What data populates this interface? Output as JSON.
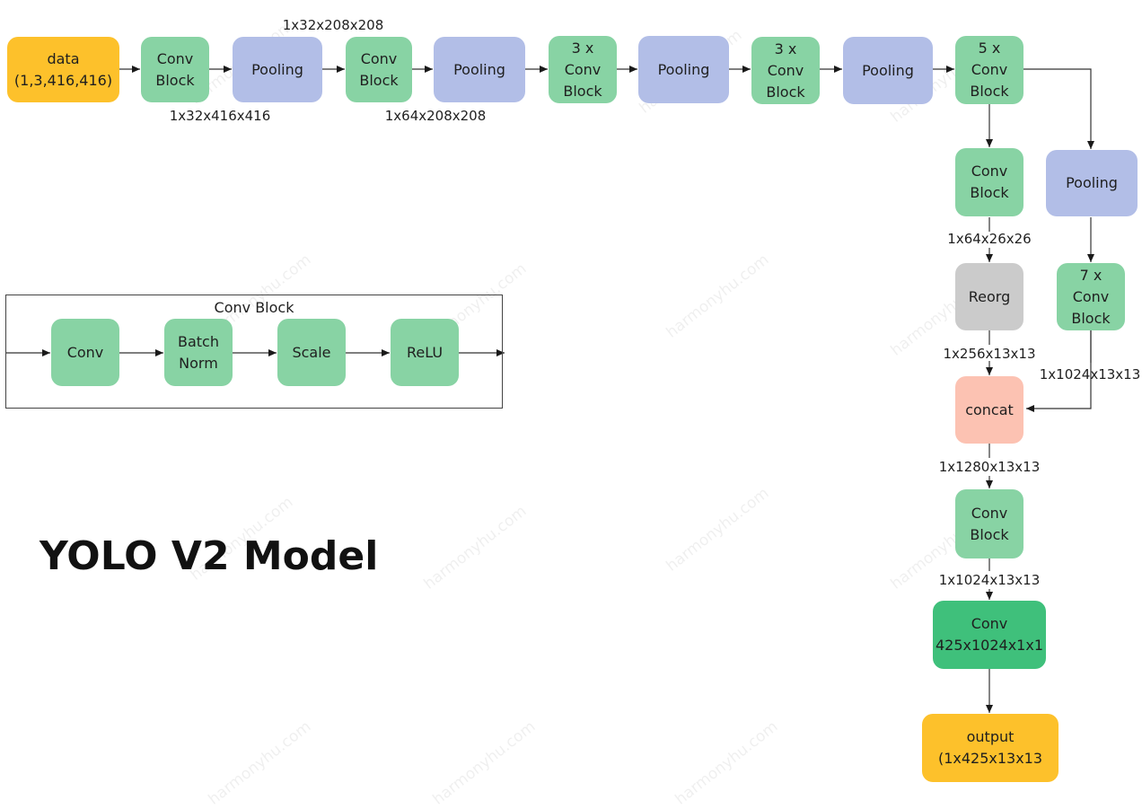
{
  "title": "YOLO V2 Model",
  "legend": {
    "title": "Conv Block",
    "steps": [
      "Conv",
      "Batch\nNorm",
      "Scale",
      "ReLU"
    ]
  },
  "nodes": {
    "data": "data\n(1,3,416,416)",
    "conv1": "Conv\nBlock",
    "pool1": "Pooling",
    "conv2": "Conv\nBlock",
    "pool2": "Pooling",
    "conv3": "3 x\nConv\nBlock",
    "pool3": "Pooling",
    "conv4": "3 x\nConv\nBlock",
    "pool4": "Pooling",
    "conv5": "5 x\nConv\nBlock",
    "conv6": "Conv\nBlock",
    "pool5": "Pooling",
    "reorg": "Reorg",
    "conv7": "7 x\nConv\nBlock",
    "concat": "concat",
    "conv8": "Conv\nBlock",
    "conv_final": "Conv\n425x1024x1x1",
    "output": "output\n(1x425x13x13"
  },
  "edge_labels": {
    "conv1_pool1": "1x32x416x416",
    "pool1_conv2": "1x32x208x208",
    "conv2_pool2": "1x64x208x208",
    "conv6_reorg": "1x64x26x26",
    "reorg_concat": "1x256x13x13",
    "conv7_concat": "1x1024x13x13",
    "concat_conv8": "1x1280x13x13",
    "conv8_final": "1x1024x13x13"
  },
  "watermark": "harmonyhu.com",
  "colors": {
    "conv_block": "#88d3a4",
    "pooling": "#b2bee7",
    "io": "#fdc12b",
    "reorg": "#cbcbcb",
    "concat": "#fcc2b2",
    "final_conv": "#3fc07b"
  }
}
